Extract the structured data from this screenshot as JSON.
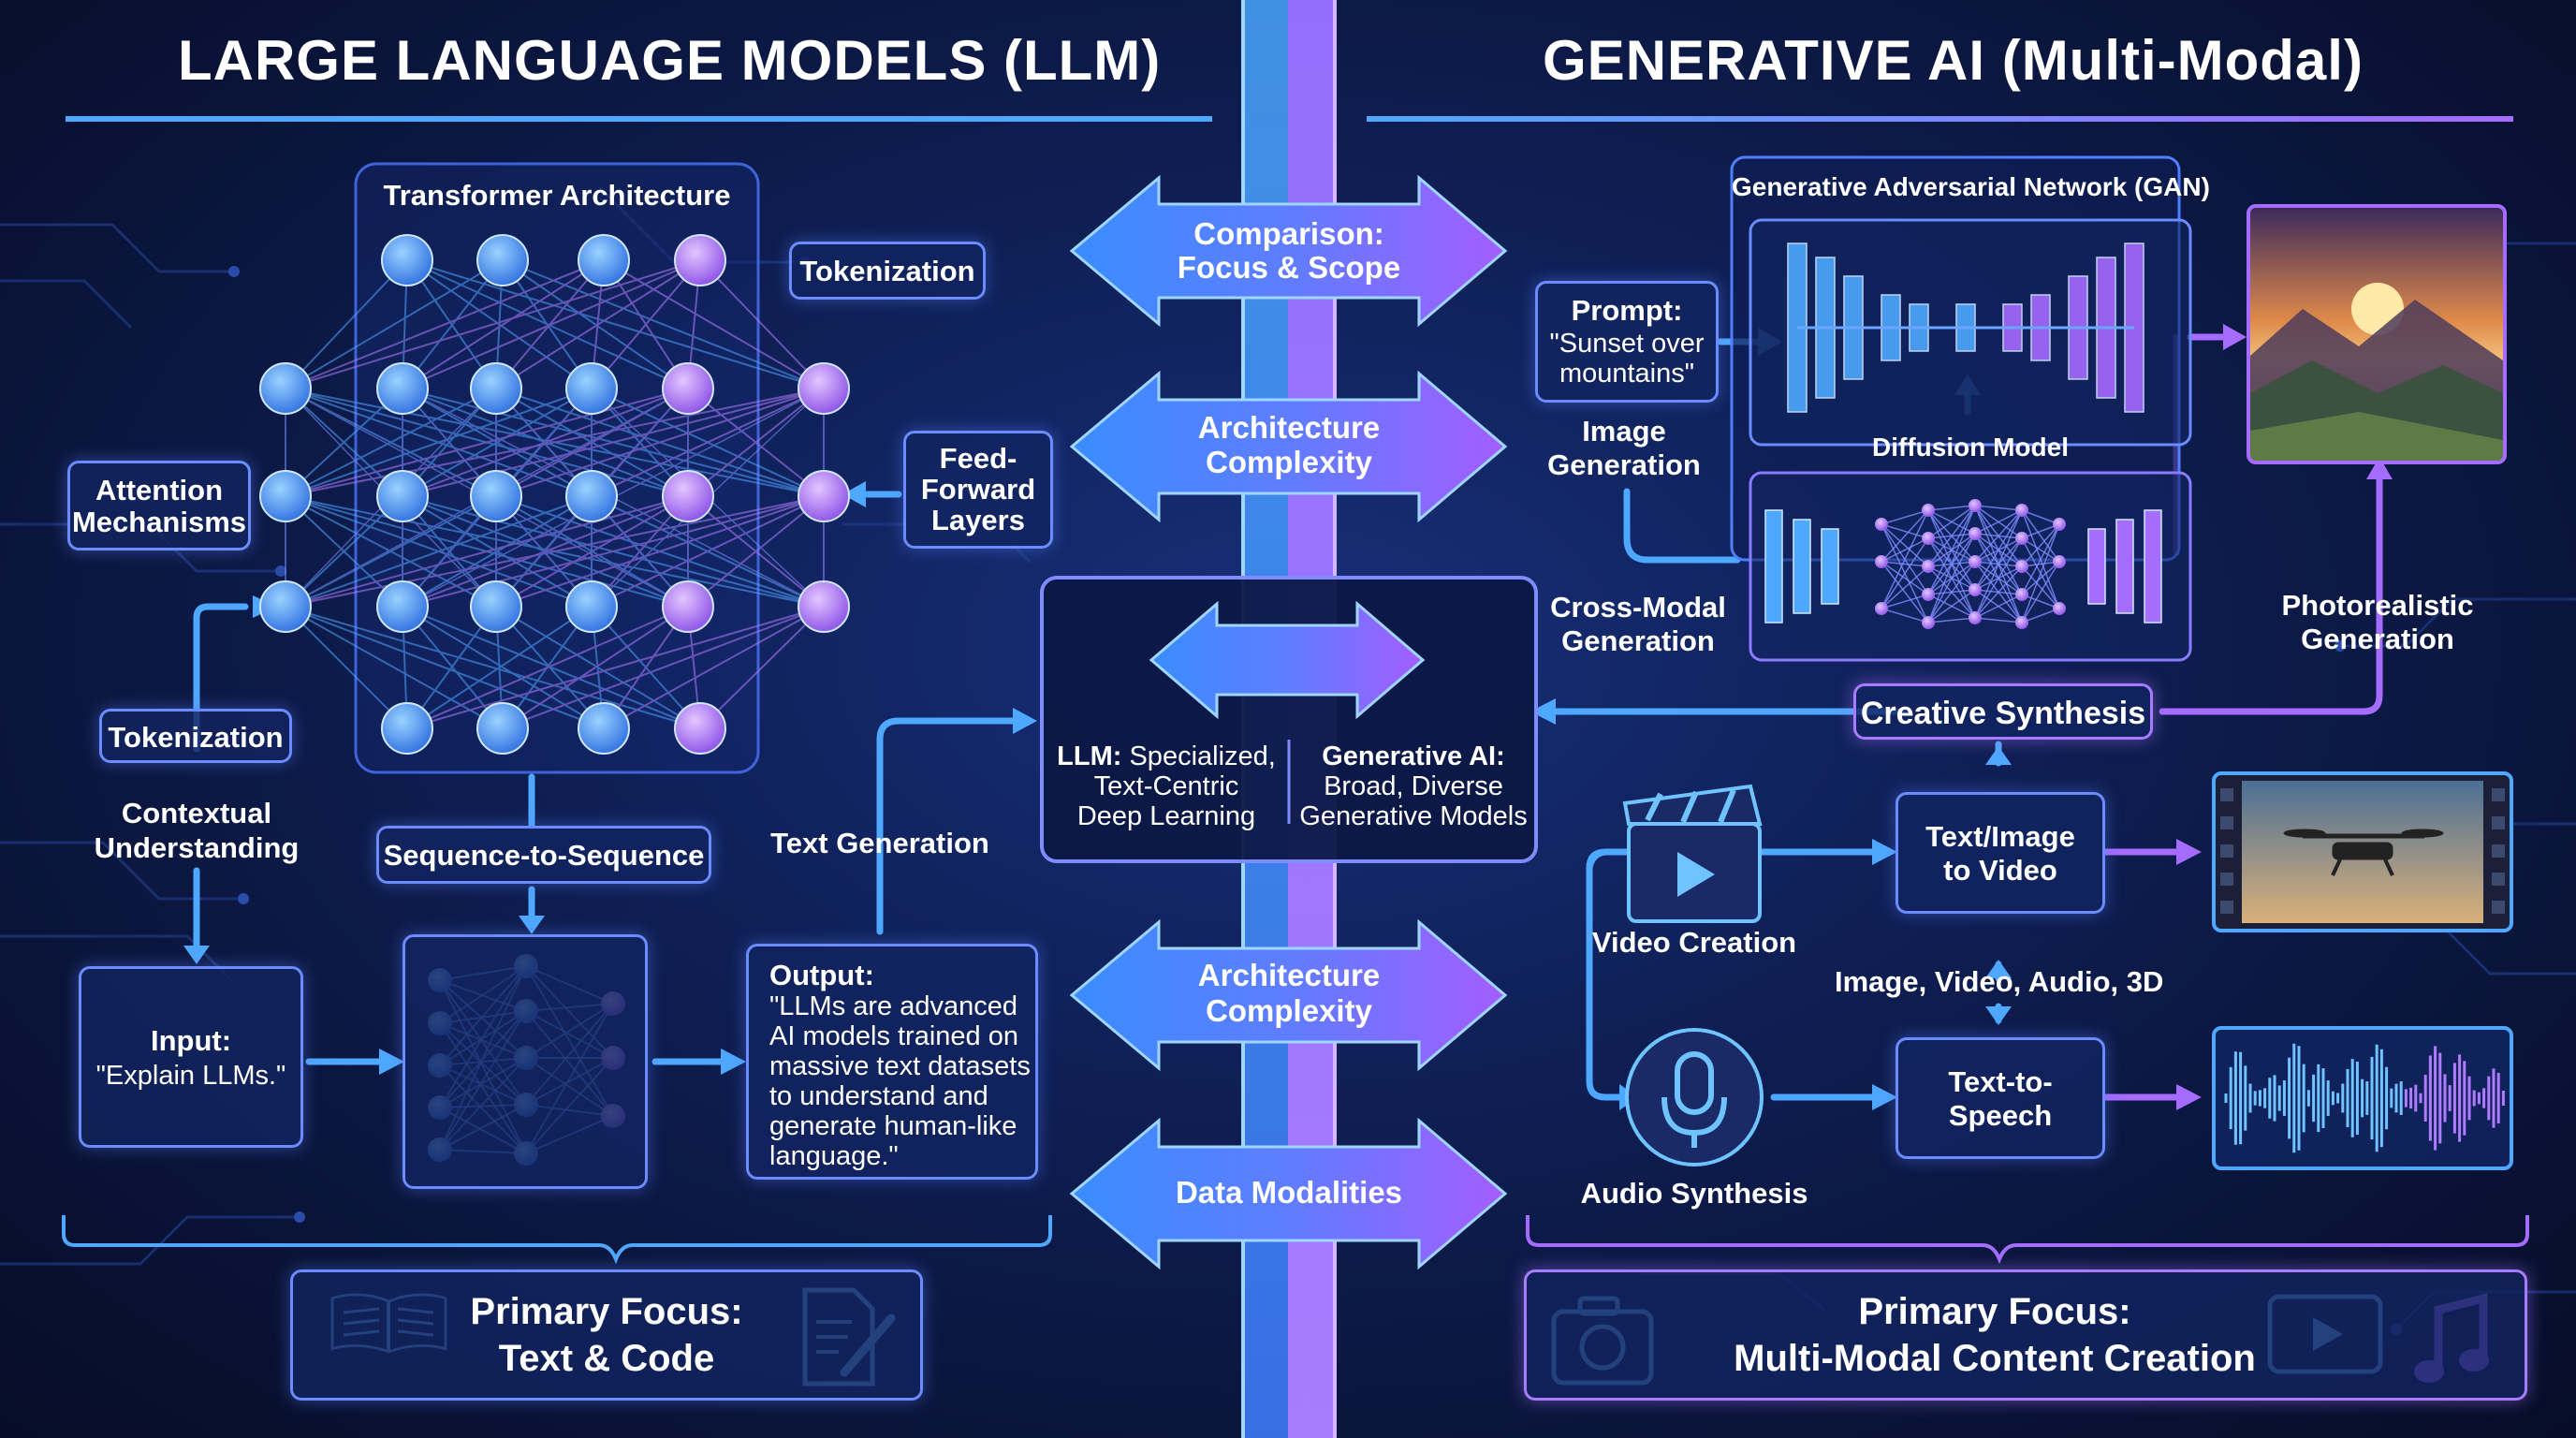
{
  "left": {
    "title": "LARGE LANGUAGE MODELS (LLM)",
    "transformer_label": "Transformer Architecture",
    "tokenization_top": "Tokenization",
    "attention": [
      "Attention",
      "Mechanisms"
    ],
    "feed_forward": [
      "Feed-",
      "Forward",
      "Layers"
    ],
    "tokenization_left": "Tokenization",
    "contextual": [
      "Contextual",
      "Understanding"
    ],
    "seq2seq": "Sequence-to-Sequence",
    "text_generation": "Text Generation",
    "input": {
      "label": "Input:",
      "text": "\"Explain LLMs.\""
    },
    "output": {
      "label": "Output:",
      "lines": [
        "\"LLMs are advanced",
        "AI models trained on",
        "massive text datasets",
        "to understand and",
        "generate human-like",
        "language.\""
      ]
    },
    "primary_focus": [
      "Primary Focus:",
      "Text & Code"
    ]
  },
  "center": {
    "arrow1": [
      "Comparison:",
      "Focus & Scope"
    ],
    "arrow2": [
      "Architecture",
      "Complexity"
    ],
    "llm_key": "LLM:",
    "llm_desc": [
      "Specialized,",
      "Text-Centric",
      "Deep Learning"
    ],
    "genai_key": "Generative AI:",
    "genai_desc": [
      "Broad, Diverse",
      "Generative Models"
    ],
    "arrow3": [
      "Architecture",
      "Complexity"
    ],
    "arrow4": "Data Modalities"
  },
  "right": {
    "title": "GENERATIVE AI (Multi-Modal)",
    "gan": "Generative Adversarial Network (GAN)",
    "prompt_label": "Prompt:",
    "prompt_text": [
      "\"Sunset over",
      "mountains\""
    ],
    "image_generation": [
      "Image",
      "Generation"
    ],
    "diffusion": "Diffusion Model",
    "cross_modal": [
      "Cross-Modal",
      "Generation"
    ],
    "photorealistic": [
      "Photorealistic",
      "Generation"
    ],
    "creative_synthesis": "Creative Synthesis",
    "video_creation": "Video Creation",
    "text_image_video": [
      "Text/Image",
      "to Video"
    ],
    "modalities": "Image, Video, Audio, 3D",
    "audio_synthesis": "Audio Synthesis",
    "tts": [
      "Text-to-",
      "Speech"
    ],
    "primary_focus": [
      "Primary Focus:",
      "Multi-Modal Content Creation"
    ]
  },
  "colors": {
    "blue": "#4fa8ff",
    "purple": "#a66bff",
    "accent": "#6a8cff"
  }
}
